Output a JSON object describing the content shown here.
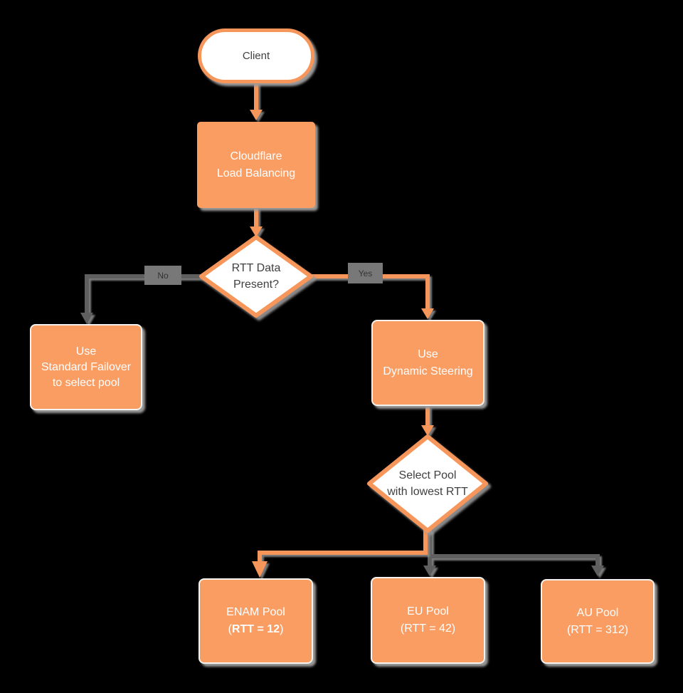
{
  "colors": {
    "background": "#000000",
    "accent": "#F7965A",
    "node_fill": "#F99D63",
    "node_text": "#FFFFFF",
    "dark_text": "#404040",
    "gray_line": "#5E5E5E",
    "label_bg": "#787878",
    "label_text": "#333333",
    "shadow": "#999999"
  },
  "nodes": {
    "client": {
      "label": "Client"
    },
    "load_balancing": {
      "line1": "Cloudflare",
      "line2": "Load Balancing"
    },
    "rtt_decision": {
      "line1": "RTT Data",
      "line2": "Present?"
    },
    "standard_failover": {
      "line1": "Use",
      "line2": "Standard Failover",
      "line3": "to select pool"
    },
    "dynamic_steering": {
      "line1": "Use",
      "line2": "Dynamic Steering"
    },
    "pool_decision": {
      "line1": "Select Pool",
      "line2": "with lowest RTT"
    },
    "enam_pool": {
      "line1": "ENAM Pool",
      "rtt_open": "(",
      "rtt_value": "RTT = 12",
      "rtt_close": ")"
    },
    "eu_pool": {
      "line1": "EU Pool",
      "line2": "(RTT = 42)"
    },
    "au_pool": {
      "line1": "AU Pool",
      "line2": "(RTT = 312)"
    }
  },
  "edge_labels": {
    "no": "No",
    "yes": "Yes"
  }
}
